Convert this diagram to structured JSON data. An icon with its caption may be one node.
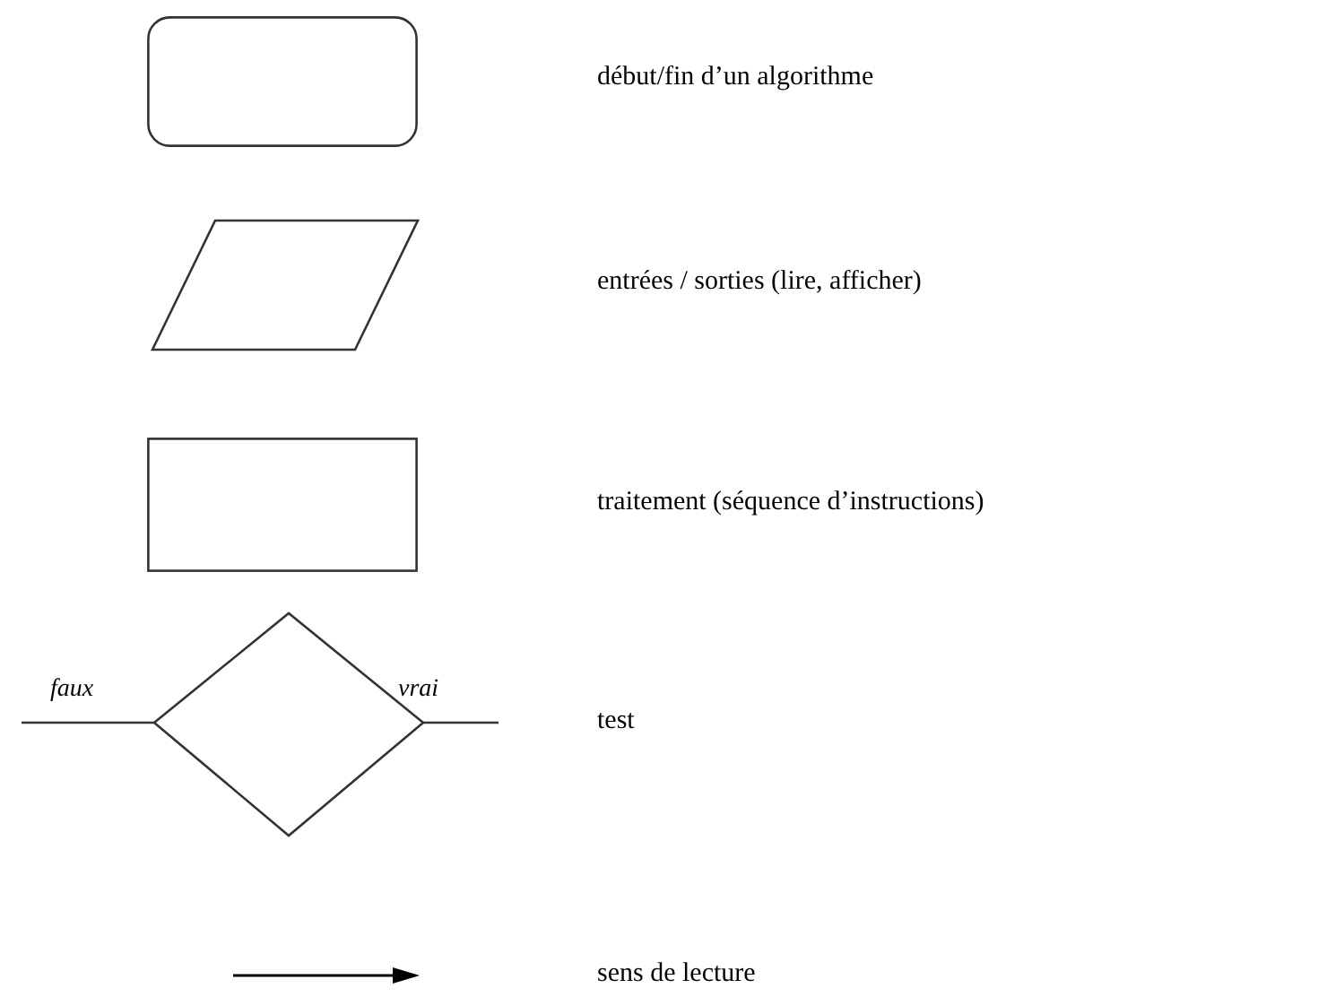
{
  "diagram": {
    "labels": [
      "faux",
      "vrai"
    ],
    "legend": [
      {
        "text": "début/fin d’un algorithme"
      },
      {
        "text": "entrées / sorties (lire,  afficher)"
      },
      {
        "text": "traitement (séquence d’instructions)"
      },
      {
        "text": "test"
      },
      {
        "text": "sens de lecture"
      }
    ]
  }
}
